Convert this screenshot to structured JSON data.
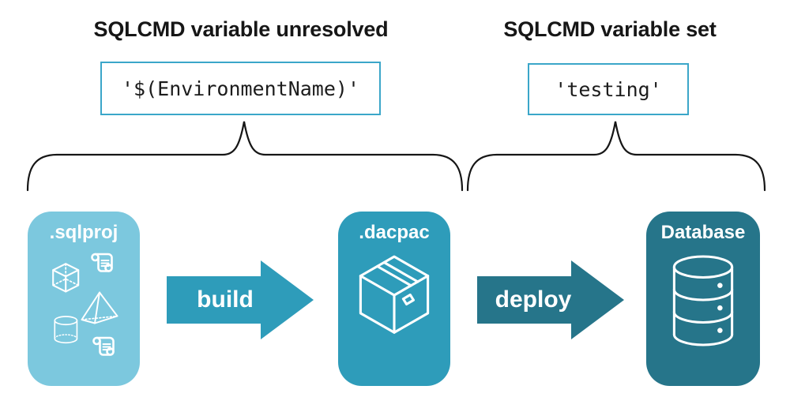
{
  "colors": {
    "teal_light": "#7CC8DE",
    "teal_mid": "#2E9CBA",
    "teal_dark": "#26758A",
    "code_border": "#3BA6C9",
    "ink": "#161616"
  },
  "headers": {
    "unresolved": "SQLCMD variable unresolved",
    "set": "SQLCMD variable set"
  },
  "code": {
    "unresolved": "'$(EnvironmentName)'",
    "set": "'testing'"
  },
  "pipeline": {
    "source": {
      "label": ".sqlproj"
    },
    "artifact": {
      "label": ".dacpac"
    },
    "target": {
      "label": "Database"
    },
    "build_label": "build",
    "deploy_label": "deploy"
  },
  "icons": {
    "sqlproj": [
      "scroll-icon",
      "cube-icon",
      "pyramid-icon",
      "cylinder-icon",
      "scroll-icon"
    ],
    "dacpac": "package-icon",
    "database": "database-cylinder-icon"
  }
}
